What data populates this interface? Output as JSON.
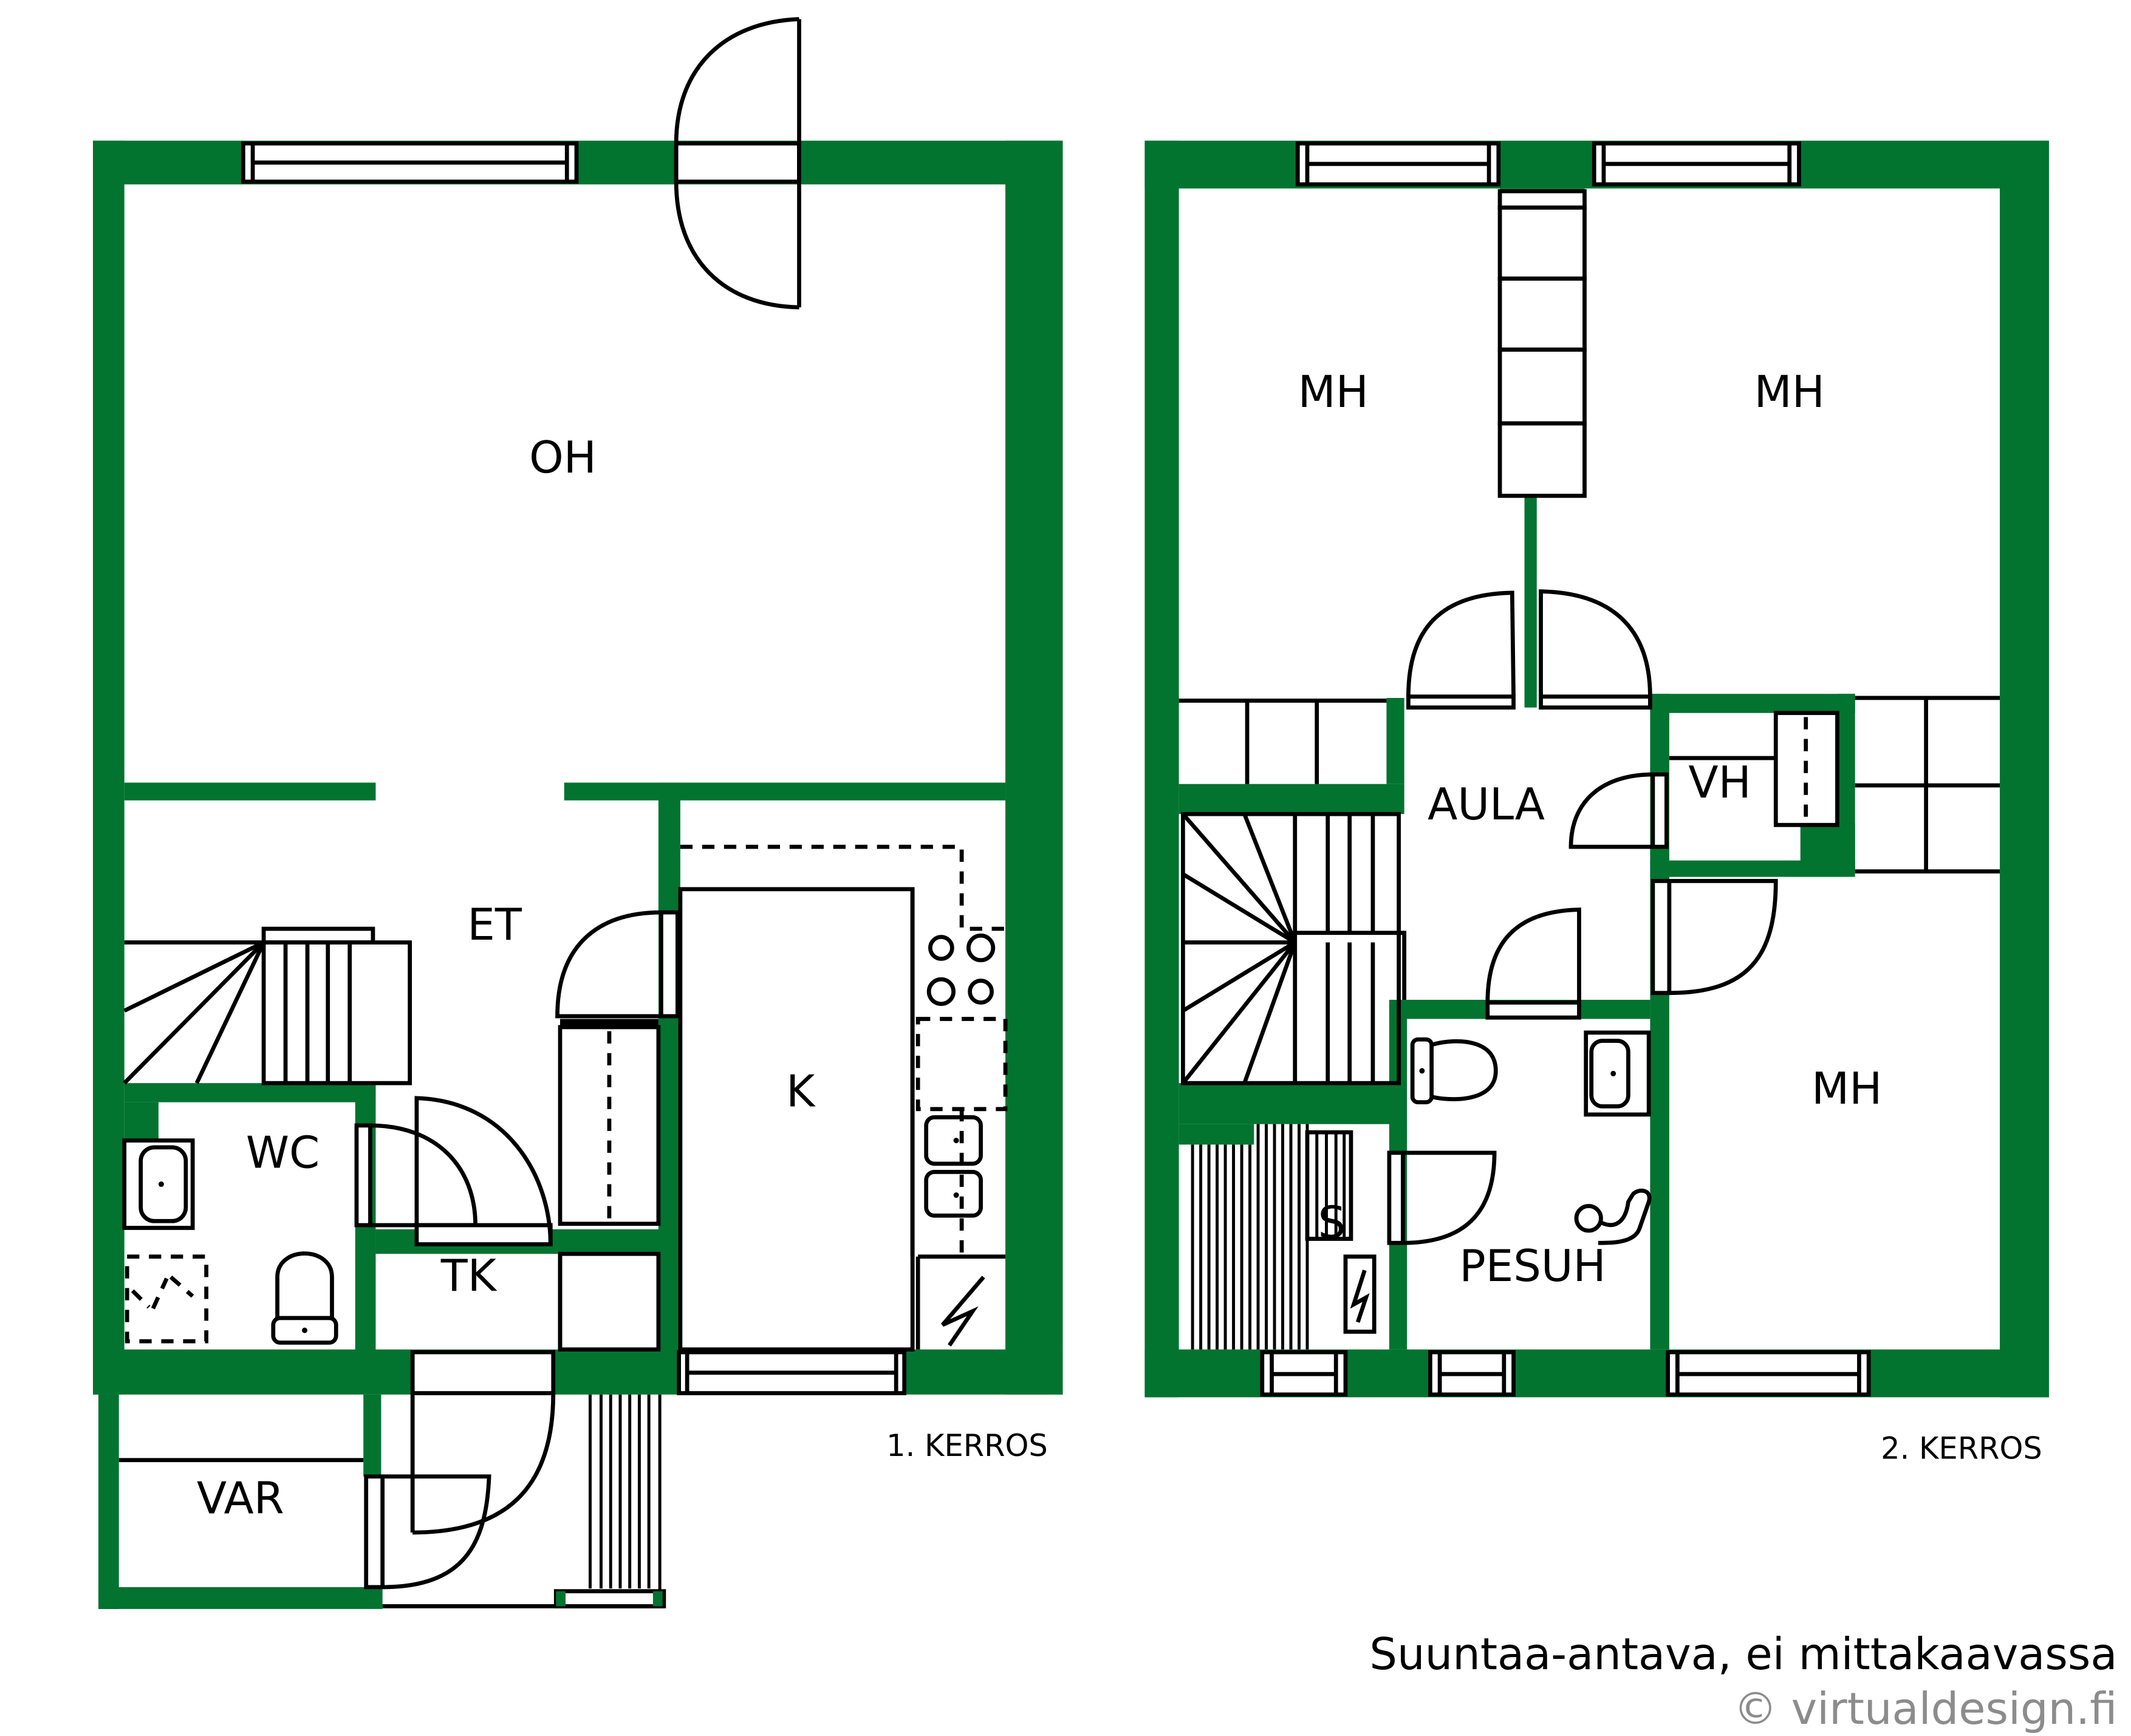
{
  "colors": {
    "wall": "#037330",
    "line": "#000000",
    "copyright": "#8c8c8c"
  },
  "floor1": {
    "label": "1. KERROS",
    "rooms": {
      "oh": "OH",
      "et": "ET",
      "wc": "WC",
      "tk": "TK",
      "k": "K",
      "var": "VAR"
    }
  },
  "floor2": {
    "label": "2. KERROS",
    "rooms": {
      "mh_left": "MH",
      "mh_right": "MH",
      "aula": "AULA",
      "vh": "VH",
      "s": "S",
      "pesuh": "PESUH",
      "mh_bottom": "MH"
    }
  },
  "footer": {
    "disclaimer": "Suuntaa-antava, ei mittakaavassa",
    "copyright": "© virtualdesign.fi"
  },
  "icons": [
    "window-icon",
    "door-swing-icon",
    "stair-icon",
    "toilet-icon",
    "sink-icon",
    "stove-icon",
    "shower-icon",
    "electric-panel-icon",
    "sauna-bench-icon"
  ]
}
